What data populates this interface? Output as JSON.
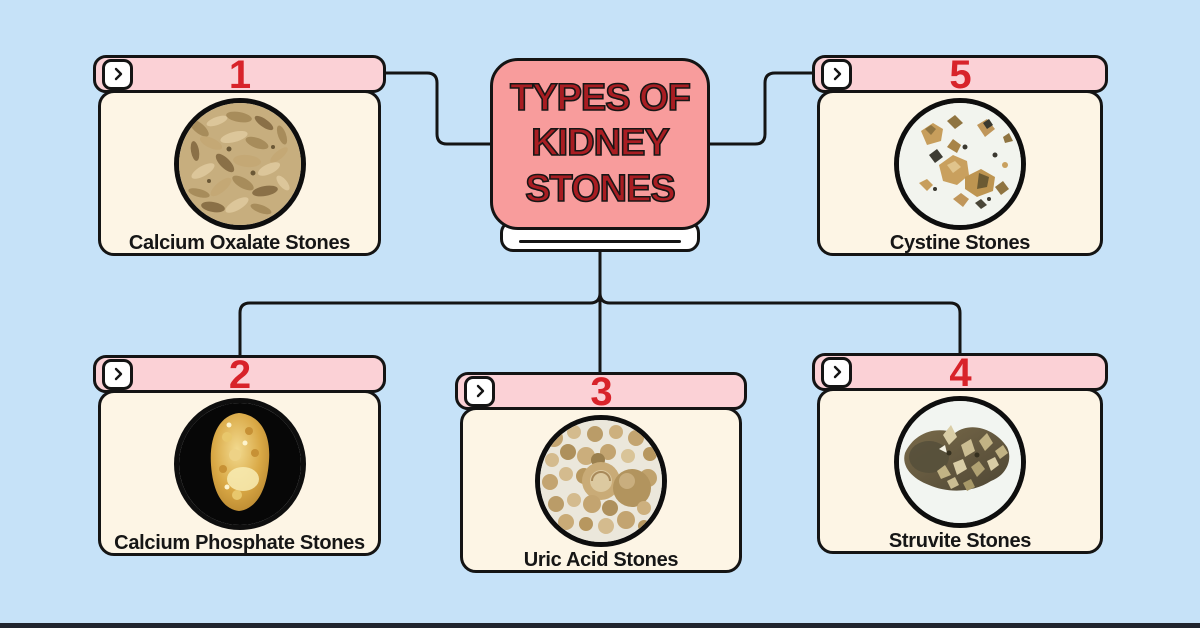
{
  "title": {
    "text": "TYPES OF KIDNEY STONES",
    "lines": [
      "TYPES OF",
      "KIDNEY",
      "STONES"
    ]
  },
  "cards": [
    {
      "number": "1",
      "label": "Calcium Oxalate Stones",
      "image": "calcium-oxalate-stone-photo",
      "position": "top-left"
    },
    {
      "number": "2",
      "label": "Calcium Phosphate Stones",
      "image": "calcium-phosphate-stone-photo",
      "position": "bottom-left"
    },
    {
      "number": "3",
      "label": "Uric Acid Stones",
      "image": "uric-acid-stone-photo",
      "position": "bottom-center"
    },
    {
      "number": "4",
      "label": "Struvite Stones",
      "image": "struvite-stone-photo",
      "position": "bottom-right"
    },
    {
      "number": "5",
      "label": "Cystine Stones",
      "image": "cystine-stone-photo",
      "position": "top-right"
    }
  ],
  "icons": {
    "expand_arrow": "chevron-right"
  },
  "colors": {
    "background": "#C6E2F8",
    "card_header_pink": "#FBD1D6",
    "card_body_cream": "#FDF5E5",
    "center_box_salmon": "#F89C9C",
    "number_red": "#D8232A",
    "title_red": "#A91D22",
    "line_black": "#141414",
    "bottom_bar_dark": "#20242E"
  }
}
